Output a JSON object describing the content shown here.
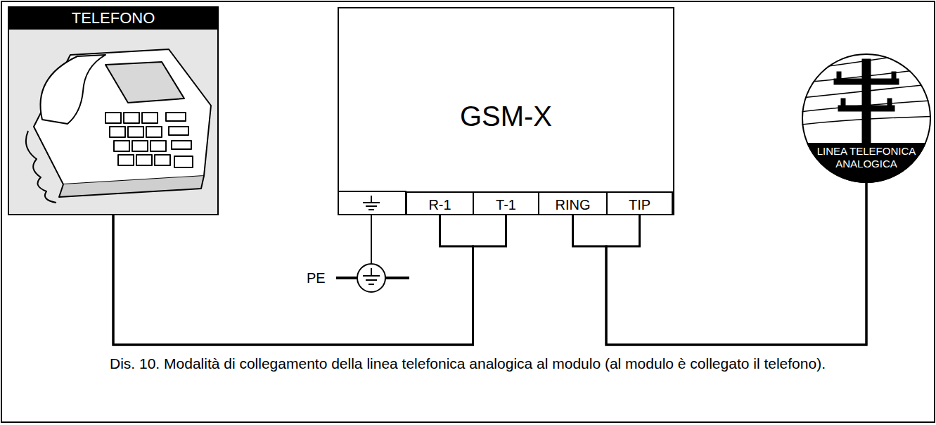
{
  "diagram": {
    "caption": "Dis. 10. Modalità di collegamento della linea telefonica analogica al modulo (al modulo è collegato il telefono).",
    "nodes": [
      {
        "text": [
          "TELEFONO"
        ]
      },
      {
        "text": [
          "GSM-X"
        ]
      },
      {
        "text": [
          "R-1"
        ],
        "in": 1
      },
      {
        "text": [
          "T-1"
        ],
        "in": 1
      },
      {
        "text": [
          "RING"
        ],
        "in": 1
      },
      {
        "text": [
          "TIP"
        ],
        "in": 1
      },
      {
        "text": [
          "LINEA TELEFONICA ANALOGICA"
        ]
      }
    ],
    "edges": [
      {
        "from": 0,
        "to": 2,
        "arrow": "none"
      },
      {
        "from": 0,
        "to": 3,
        "arrow": "none"
      },
      {
        "from": 6,
        "to": 4,
        "arrow": "none"
      },
      {
        "from": 6,
        "to": 5,
        "arrow": "none"
      }
    ],
    "labels": [
      "PE"
    ]
  }
}
